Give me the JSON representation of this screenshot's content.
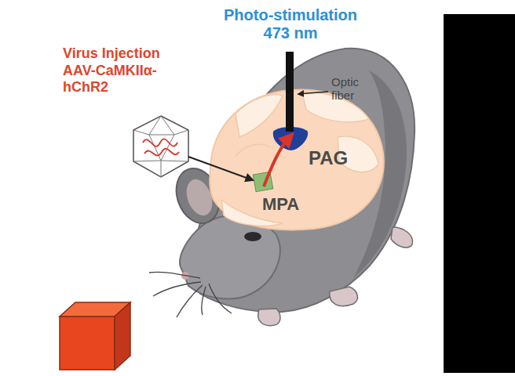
{
  "diagram": {
    "labels": [
      "Photo-stimulation 473 nm",
      "Virus Injection",
      "AAV-CaMKIIα-hChR2",
      "Optic fiber",
      "PAG",
      "MPA"
    ]
  }
}
